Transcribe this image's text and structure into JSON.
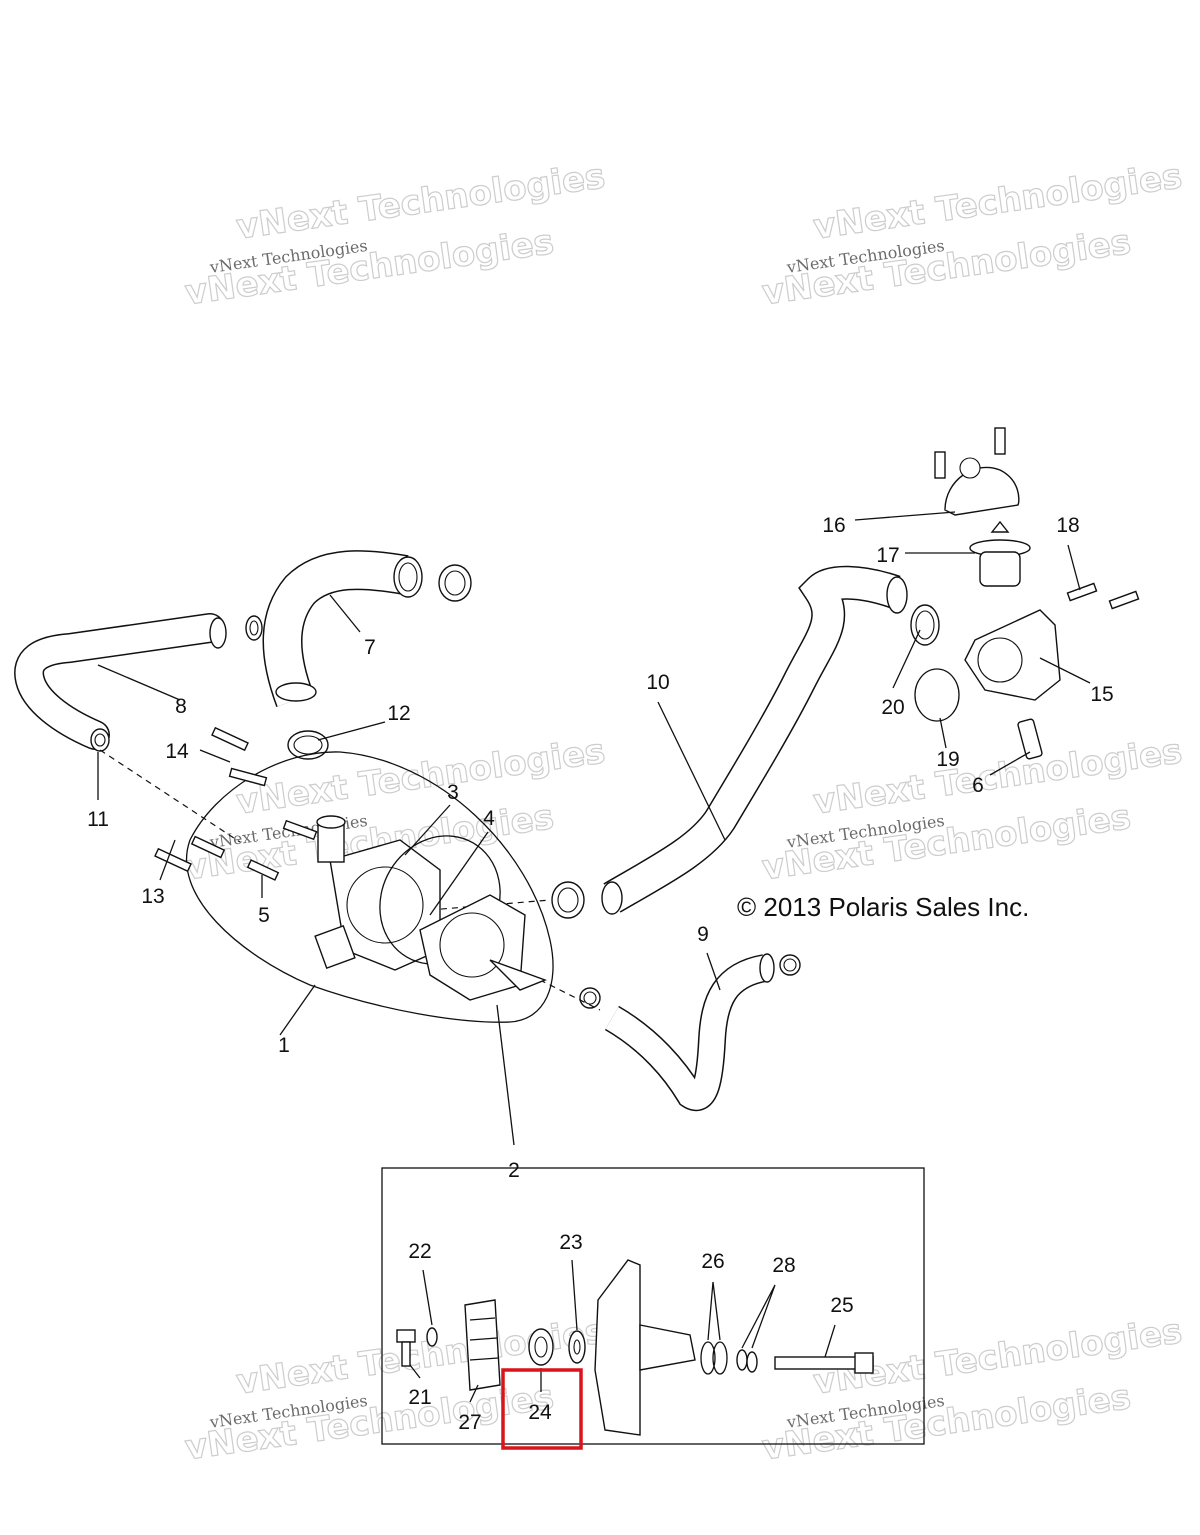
{
  "copyright": "© 2013 Polaris Sales Inc.",
  "watermark": {
    "line1": "vNext Technologies",
    "line2": "vNext Technologies"
  },
  "callouts": [
    {
      "id": "1",
      "label": "1"
    },
    {
      "id": "2",
      "label": "2"
    },
    {
      "id": "3",
      "label": "3"
    },
    {
      "id": "4",
      "label": "4"
    },
    {
      "id": "5",
      "label": "5"
    },
    {
      "id": "6",
      "label": "6"
    },
    {
      "id": "7",
      "label": "7"
    },
    {
      "id": "8",
      "label": "8"
    },
    {
      "id": "9",
      "label": "9"
    },
    {
      "id": "10",
      "label": "10"
    },
    {
      "id": "11",
      "label": "11"
    },
    {
      "id": "12",
      "label": "12"
    },
    {
      "id": "13",
      "label": "13"
    },
    {
      "id": "14",
      "label": "14"
    },
    {
      "id": "15",
      "label": "15"
    },
    {
      "id": "16",
      "label": "16"
    },
    {
      "id": "17",
      "label": "17"
    },
    {
      "id": "18",
      "label": "18"
    },
    {
      "id": "19",
      "label": "19"
    },
    {
      "id": "20",
      "label": "20"
    },
    {
      "id": "21",
      "label": "21"
    },
    {
      "id": "22",
      "label": "22"
    },
    {
      "id": "23",
      "label": "23"
    },
    {
      "id": "24",
      "label": "24"
    },
    {
      "id": "25",
      "label": "25"
    },
    {
      "id": "26",
      "label": "26"
    },
    {
      "id": "27",
      "label": "27"
    },
    {
      "id": "28",
      "label": "28"
    }
  ],
  "highlight": {
    "part": "24",
    "color": "#d9141b"
  }
}
